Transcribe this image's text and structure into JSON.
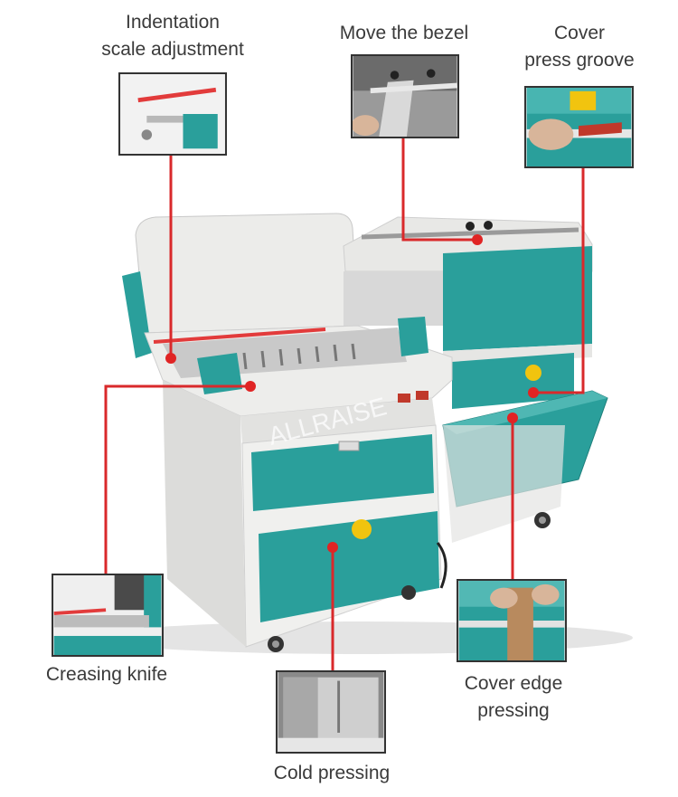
{
  "labels": {
    "indentation": "Indentation\nscale adjustment",
    "bezel": "Move the bezel",
    "groove": "Cover\npress groove",
    "creasing": "Creasing knife",
    "cover_edge": "Cover edge\npressing",
    "cold": "Cold pressing"
  },
  "brand": "ALLRAISE",
  "colors": {
    "teal": "#2a9f9b",
    "body": "#e6e6e4",
    "leader": "#d9292b"
  }
}
